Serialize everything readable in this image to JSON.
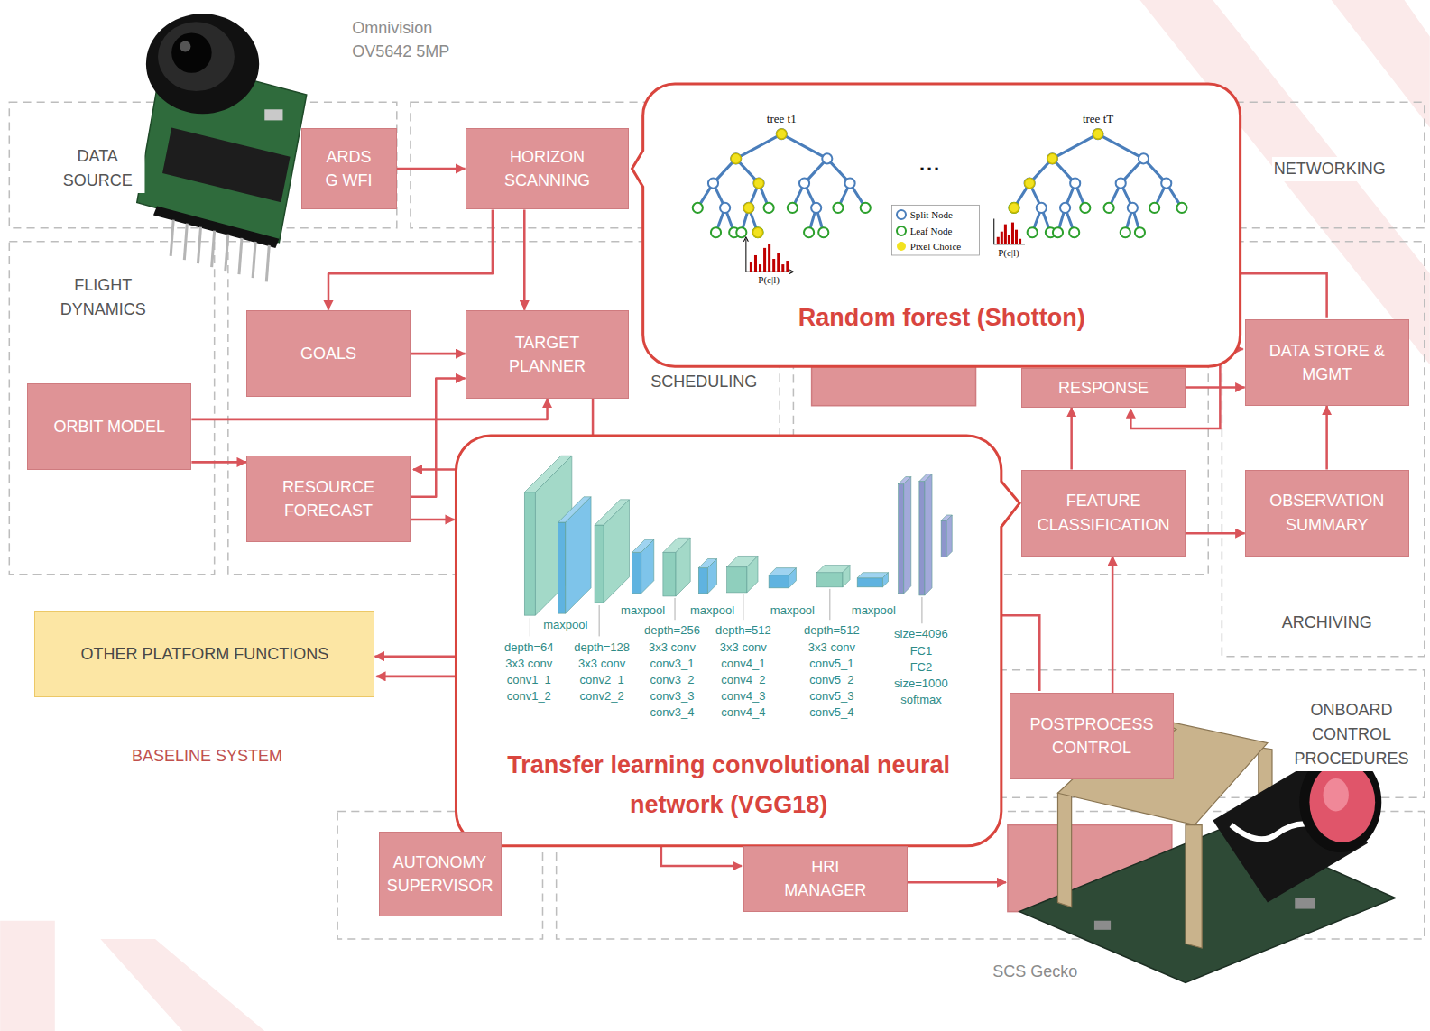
{
  "diagram": {
    "nodes": [
      {
        "text": [
          "ARDS G WFI"
        ]
      },
      {
        "text": [
          "HORIZON SCANNING"
        ]
      },
      {
        "text": [
          "Random forest (Shotton)"
        ]
      },
      {
        "text": [
          "GOALS"
        ]
      },
      {
        "text": [
          "TARGET PLANNER"
        ]
      },
      {
        "text": [
          "ORBIT MODEL"
        ]
      },
      {
        "text": [
          "RESPONSE"
        ]
      },
      {
        "text": [
          "DATA STORE & MGMT"
        ]
      },
      {
        "text": [
          "RESOURCE FORECAST"
        ]
      },
      {
        "text": [
          "Transfer learning convolutional neural network (VGG18)"
        ]
      },
      {
        "text": [
          "FEATURE CLASSIFICATION"
        ]
      },
      {
        "text": [
          "OBSERVATION SUMMARY"
        ]
      },
      {
        "text": [
          "OTHER PLATFORM FUNCTIONS"
        ]
      },
      {
        "text": [
          "POSTPROCESS CONTROL"
        ]
      },
      {
        "text": [
          "AUTONOMY SUPERVISOR"
        ]
      },
      {
        "text": [
          "HRI MANAGER"
        ]
      }
    ],
    "edges": [
      {
        "from": 0,
        "to": 1,
        "arrow": "to"
      },
      {
        "from": 1,
        "to": 4,
        "arrow": "to"
      },
      {
        "from": 1,
        "to": 3,
        "arrow": "to"
      },
      {
        "from": 3,
        "to": 4,
        "arrow": "to"
      },
      {
        "from": 5,
        "to": 4,
        "arrow": "to"
      },
      {
        "from": 5,
        "to": 8,
        "arrow": "to"
      },
      {
        "from": 8,
        "to": 4,
        "arrow": "to"
      },
      {
        "from": 4,
        "to": 12,
        "arrow": "to"
      },
      {
        "from": 10,
        "to": 6,
        "arrow": "to"
      },
      {
        "from": 10,
        "to": 11,
        "arrow": "to"
      },
      {
        "from": 11,
        "to": 7,
        "arrow": "to"
      },
      {
        "from": 6,
        "to": 7,
        "arrow": "to"
      },
      {
        "from": 13,
        "to": 10,
        "arrow": "to"
      }
    ],
    "labels": [
      "Omnivision OV5642 5MP",
      "DATA SOURCE",
      "NETWORKING",
      "FLIGHT DYNAMICS",
      "SCHEDULING",
      "tree t1",
      "...",
      "tree tT",
      "P(c|l)",
      "P(c|l)",
      "maxpool",
      "depth=64",
      "3x3 conv",
      "conv1_1",
      "conv1_2",
      "depth=128",
      "3x3 conv",
      "conv2_1",
      "conv2_2",
      "maxpool",
      "depth=256",
      "3x3 conv",
      "conv3_1",
      "conv3_2",
      "conv3_3",
      "conv3_4",
      "maxpool",
      "depth=512",
      "3x3 conv",
      "conv4_1",
      "conv4_2",
      "conv4_3",
      "conv4_4",
      "maxpool",
      "depth=512",
      "3x3 conv",
      "conv5_1",
      "conv5_2",
      "conv5_3",
      "conv5_4",
      "maxpool",
      "size=4096",
      "FC1",
      "FC2",
      "size=1000",
      "softmax",
      "ARCHIVING",
      "BASELINE SYSTEM",
      "ONBOARD CONTROL PROCEDURES",
      "SCS Gecko"
    ],
    "legend": [
      {
        "text": "Split Node"
      },
      {
        "text": "Leaf Node"
      },
      {
        "text": "Pixel Choice"
      }
    ]
  }
}
